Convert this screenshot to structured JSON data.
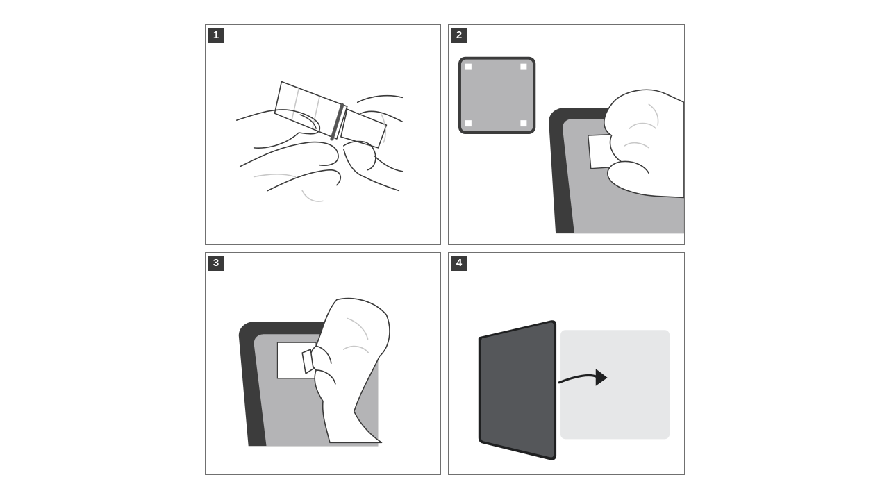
{
  "steps": [
    {
      "number": "1"
    },
    {
      "number": "2"
    },
    {
      "number": "3"
    },
    {
      "number": "4"
    }
  ],
  "icons": [
    "hands-peeling-tab-icon",
    "adhesive-pad-icon",
    "hand-pressing-pad-icon",
    "hand-peeling-liner-icon",
    "panel-mount-arrow-icon"
  ],
  "colors": {
    "badge": "#3a3a3a",
    "frame_dark": "#3c3c3c",
    "frame_mid": "#b4b4b6",
    "panel_dark": "#55575a",
    "wall_light": "#e6e7e8",
    "line": "#3a3a3a"
  }
}
